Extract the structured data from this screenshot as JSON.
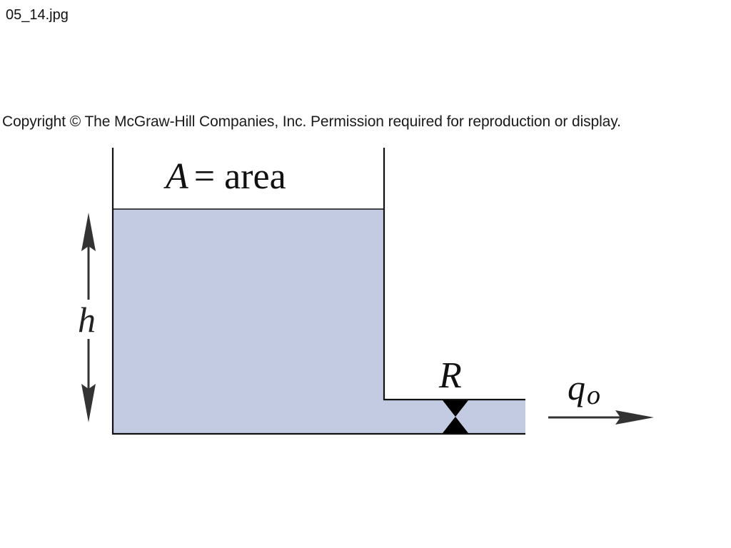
{
  "header": {
    "filename": "05_14.jpg",
    "copyright": "Copyright © The McGraw-Hill Companies, Inc. Permission required for reproduction or display."
  },
  "diagram": {
    "area_var": "A",
    "area_eq": "= area",
    "height_label": "h",
    "resistance_label": "R",
    "outflow_var": "q",
    "outflow_sub": "o"
  },
  "colors": {
    "fluid": "#c3cbe3",
    "lines": "#111111",
    "arrow": "#333333"
  }
}
